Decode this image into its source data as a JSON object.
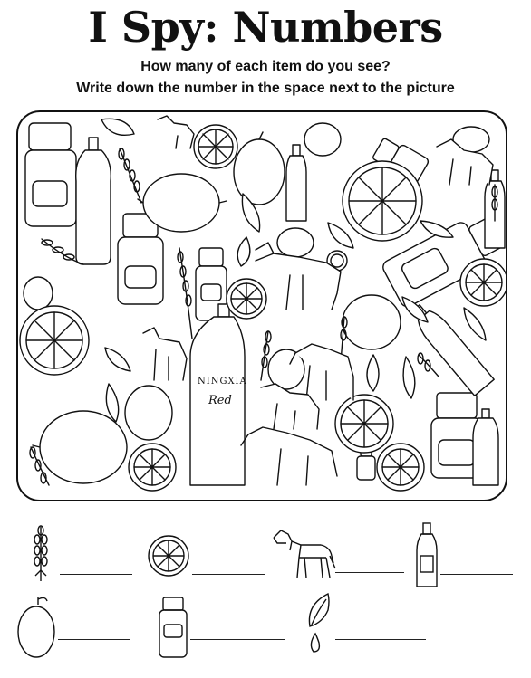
{
  "header": {
    "title": "I Spy: Numbers",
    "instruction_line_1": "How many of each item do you see?",
    "instruction_line_2": "Write down the number in the space next to the picture"
  },
  "bottle_label": {
    "brand": "NINGXIA",
    "product": "Red"
  },
  "answer_key": {
    "items": [
      {
        "icon": "lavender-sprig-icon"
      },
      {
        "icon": "orange-slice-icon"
      },
      {
        "icon": "horse-icon"
      },
      {
        "icon": "wine-bottle-icon"
      },
      {
        "icon": "lemon-icon"
      },
      {
        "icon": "oil-bottle-icon"
      },
      {
        "icon": "leaf-drop-icon"
      }
    ]
  }
}
